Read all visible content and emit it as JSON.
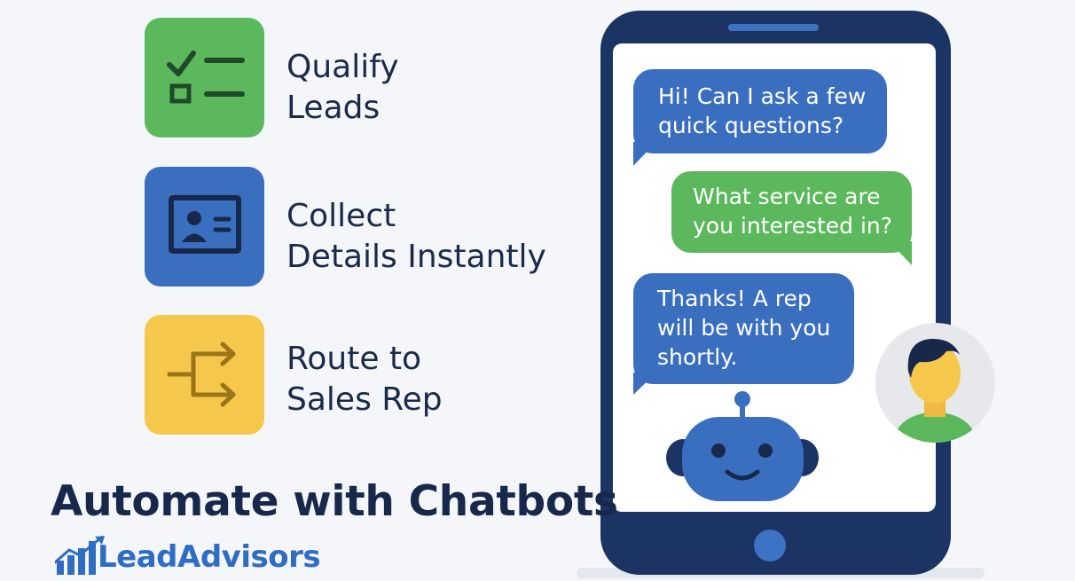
{
  "features": [
    {
      "lines": [
        "Qualify",
        "Leads"
      ],
      "icon": "checklist-icon",
      "color": "#5cb85c"
    },
    {
      "lines": [
        "Collect",
        "Details Instantly"
      ],
      "icon": "contact-card-icon",
      "color": "#3a6fbf"
    },
    {
      "lines": [
        "Route to",
        "Sales Rep"
      ],
      "icon": "route-arrows-icon",
      "color": "#f5c84c"
    }
  ],
  "chat": {
    "bubble_1": [
      "Hi! Can I ask a few",
      "quick questions?"
    ],
    "bubble_2": [
      "What service are",
      "you interested in?"
    ],
    "bubble_3": [
      "Thanks! A rep",
      "will be with you",
      "shortly."
    ]
  },
  "headline": "Automate with Chatbots",
  "brand": {
    "name": "LeadAdvisors",
    "icon": "growth-chart-icon",
    "color": "#2f6dc3"
  },
  "colors": {
    "navy": "#1b3463",
    "blue": "#3a6fbf",
    "green": "#5cb85c",
    "yellow": "#f5c84c"
  }
}
